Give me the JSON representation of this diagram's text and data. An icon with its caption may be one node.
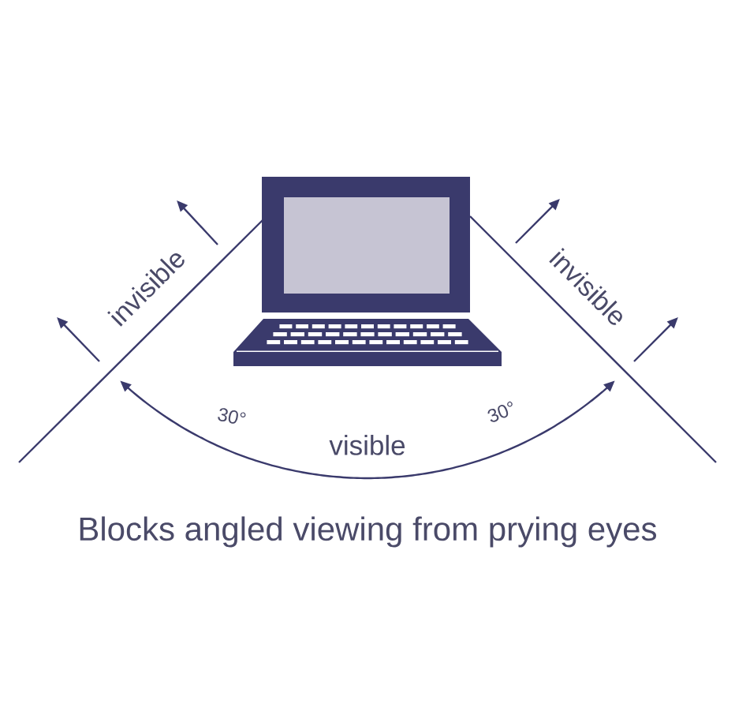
{
  "diagram": {
    "caption": "Blocks angled viewing from prying eyes",
    "labels": [
      "invisible",
      "invisible",
      "30°",
      "30°",
      "visible"
    ]
  }
}
